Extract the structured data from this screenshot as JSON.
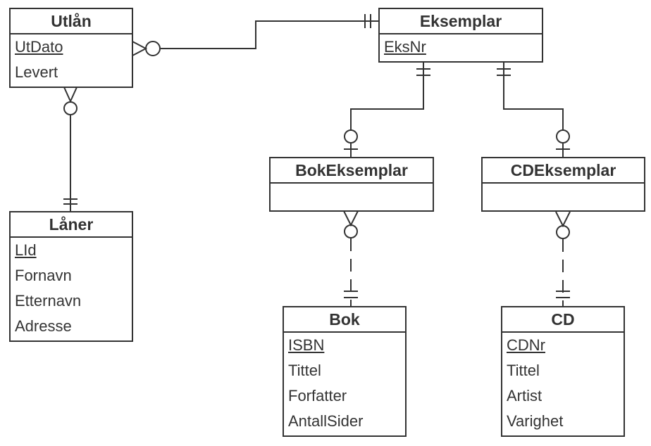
{
  "entities": {
    "utlan": {
      "name": "Utlån",
      "attributes": [
        {
          "label": "UtDato",
          "pk": true
        },
        {
          "label": "Levert",
          "pk": false
        }
      ]
    },
    "laner": {
      "name": "Låner",
      "attributes": [
        {
          "label": "LId",
          "pk": true
        },
        {
          "label": "Fornavn",
          "pk": false
        },
        {
          "label": "Etternavn",
          "pk": false
        },
        {
          "label": "Adresse",
          "pk": false
        }
      ]
    },
    "eksemplar": {
      "name": "Eksemplar",
      "attributes": [
        {
          "label": "EksNr",
          "pk": true
        }
      ]
    },
    "bokeksemplar": {
      "name": "BokEksemplar",
      "attributes": []
    },
    "cdeksemplar": {
      "name": "CDEksemplar",
      "attributes": []
    },
    "bok": {
      "name": "Bok",
      "attributes": [
        {
          "label": "ISBN",
          "pk": true
        },
        {
          "label": "Tittel",
          "pk": false
        },
        {
          "label": "Forfatter",
          "pk": false
        },
        {
          "label": "AntallSider",
          "pk": false
        }
      ]
    },
    "cd": {
      "name": "CD",
      "attributes": [
        {
          "label": "CDNr",
          "pk": true
        },
        {
          "label": "Tittel",
          "pk": false
        },
        {
          "label": "Artist",
          "pk": false
        },
        {
          "label": "Varighet",
          "pk": false
        }
      ]
    }
  },
  "relationships": [
    {
      "from": "utlan",
      "to": "eksemplar",
      "from_cardinality": "zero-or-many",
      "to_cardinality": "exactly-one",
      "identifying": true
    },
    {
      "from": "utlan",
      "to": "laner",
      "from_cardinality": "zero-or-many",
      "to_cardinality": "exactly-one",
      "identifying": true
    },
    {
      "from": "eksemplar",
      "to": "bokeksemplar",
      "from_cardinality": "exactly-one",
      "to_cardinality": "zero-or-one",
      "identifying": true
    },
    {
      "from": "eksemplar",
      "to": "cdeksemplar",
      "from_cardinality": "exactly-one",
      "to_cardinality": "zero-or-one",
      "identifying": true
    },
    {
      "from": "bokeksemplar",
      "to": "bok",
      "from_cardinality": "zero-or-many",
      "to_cardinality": "exactly-one",
      "identifying": false
    },
    {
      "from": "cdeksemplar",
      "to": "cd",
      "from_cardinality": "zero-or-many",
      "to_cardinality": "exactly-one",
      "identifying": false
    }
  ],
  "colors": {
    "stroke": "#333333",
    "background": "#ffffff"
  }
}
